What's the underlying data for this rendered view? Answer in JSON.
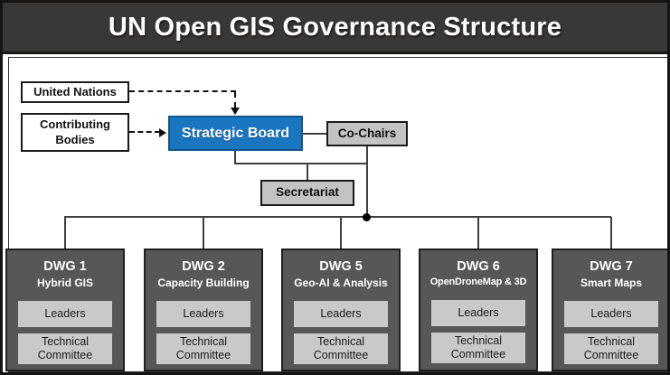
{
  "title": "UN Open GIS Governance Structure",
  "colors": {
    "title_bar_bg": "#3a3737",
    "strategic_board_blue": "#1b76c1",
    "gray_box": "#c3c3c3",
    "dwg_dark_gray": "#575757",
    "subbox_gray": "#c9c9c9",
    "connector": "#3f3f3f"
  },
  "org": {
    "united_nations": "United Nations",
    "contributing_bodies": "Contributing Bodies",
    "strategic_board": "Strategic Board",
    "co_chairs": "Co-Chairs",
    "secretariat": "Secretariat"
  },
  "working_groups": [
    {
      "id": "DWG 1",
      "name": "Hybrid GIS",
      "leaders": "Leaders",
      "committee": "Technical Committee"
    },
    {
      "id": "DWG 2",
      "name": "Capacity Building",
      "leaders": "Leaders",
      "committee": "Technical Committee"
    },
    {
      "id": "DWG 5",
      "name": "Geo-AI & Analysis",
      "leaders": "Leaders",
      "committee": "Technical Committee"
    },
    {
      "id": "DWG 6",
      "name": "OpenDroneMap & 3D",
      "leaders": "Leaders",
      "committee": "Technical Committee"
    },
    {
      "id": "DWG 7",
      "name": "Smart Maps",
      "leaders": "Leaders",
      "committee": "Technical Committee"
    }
  ]
}
